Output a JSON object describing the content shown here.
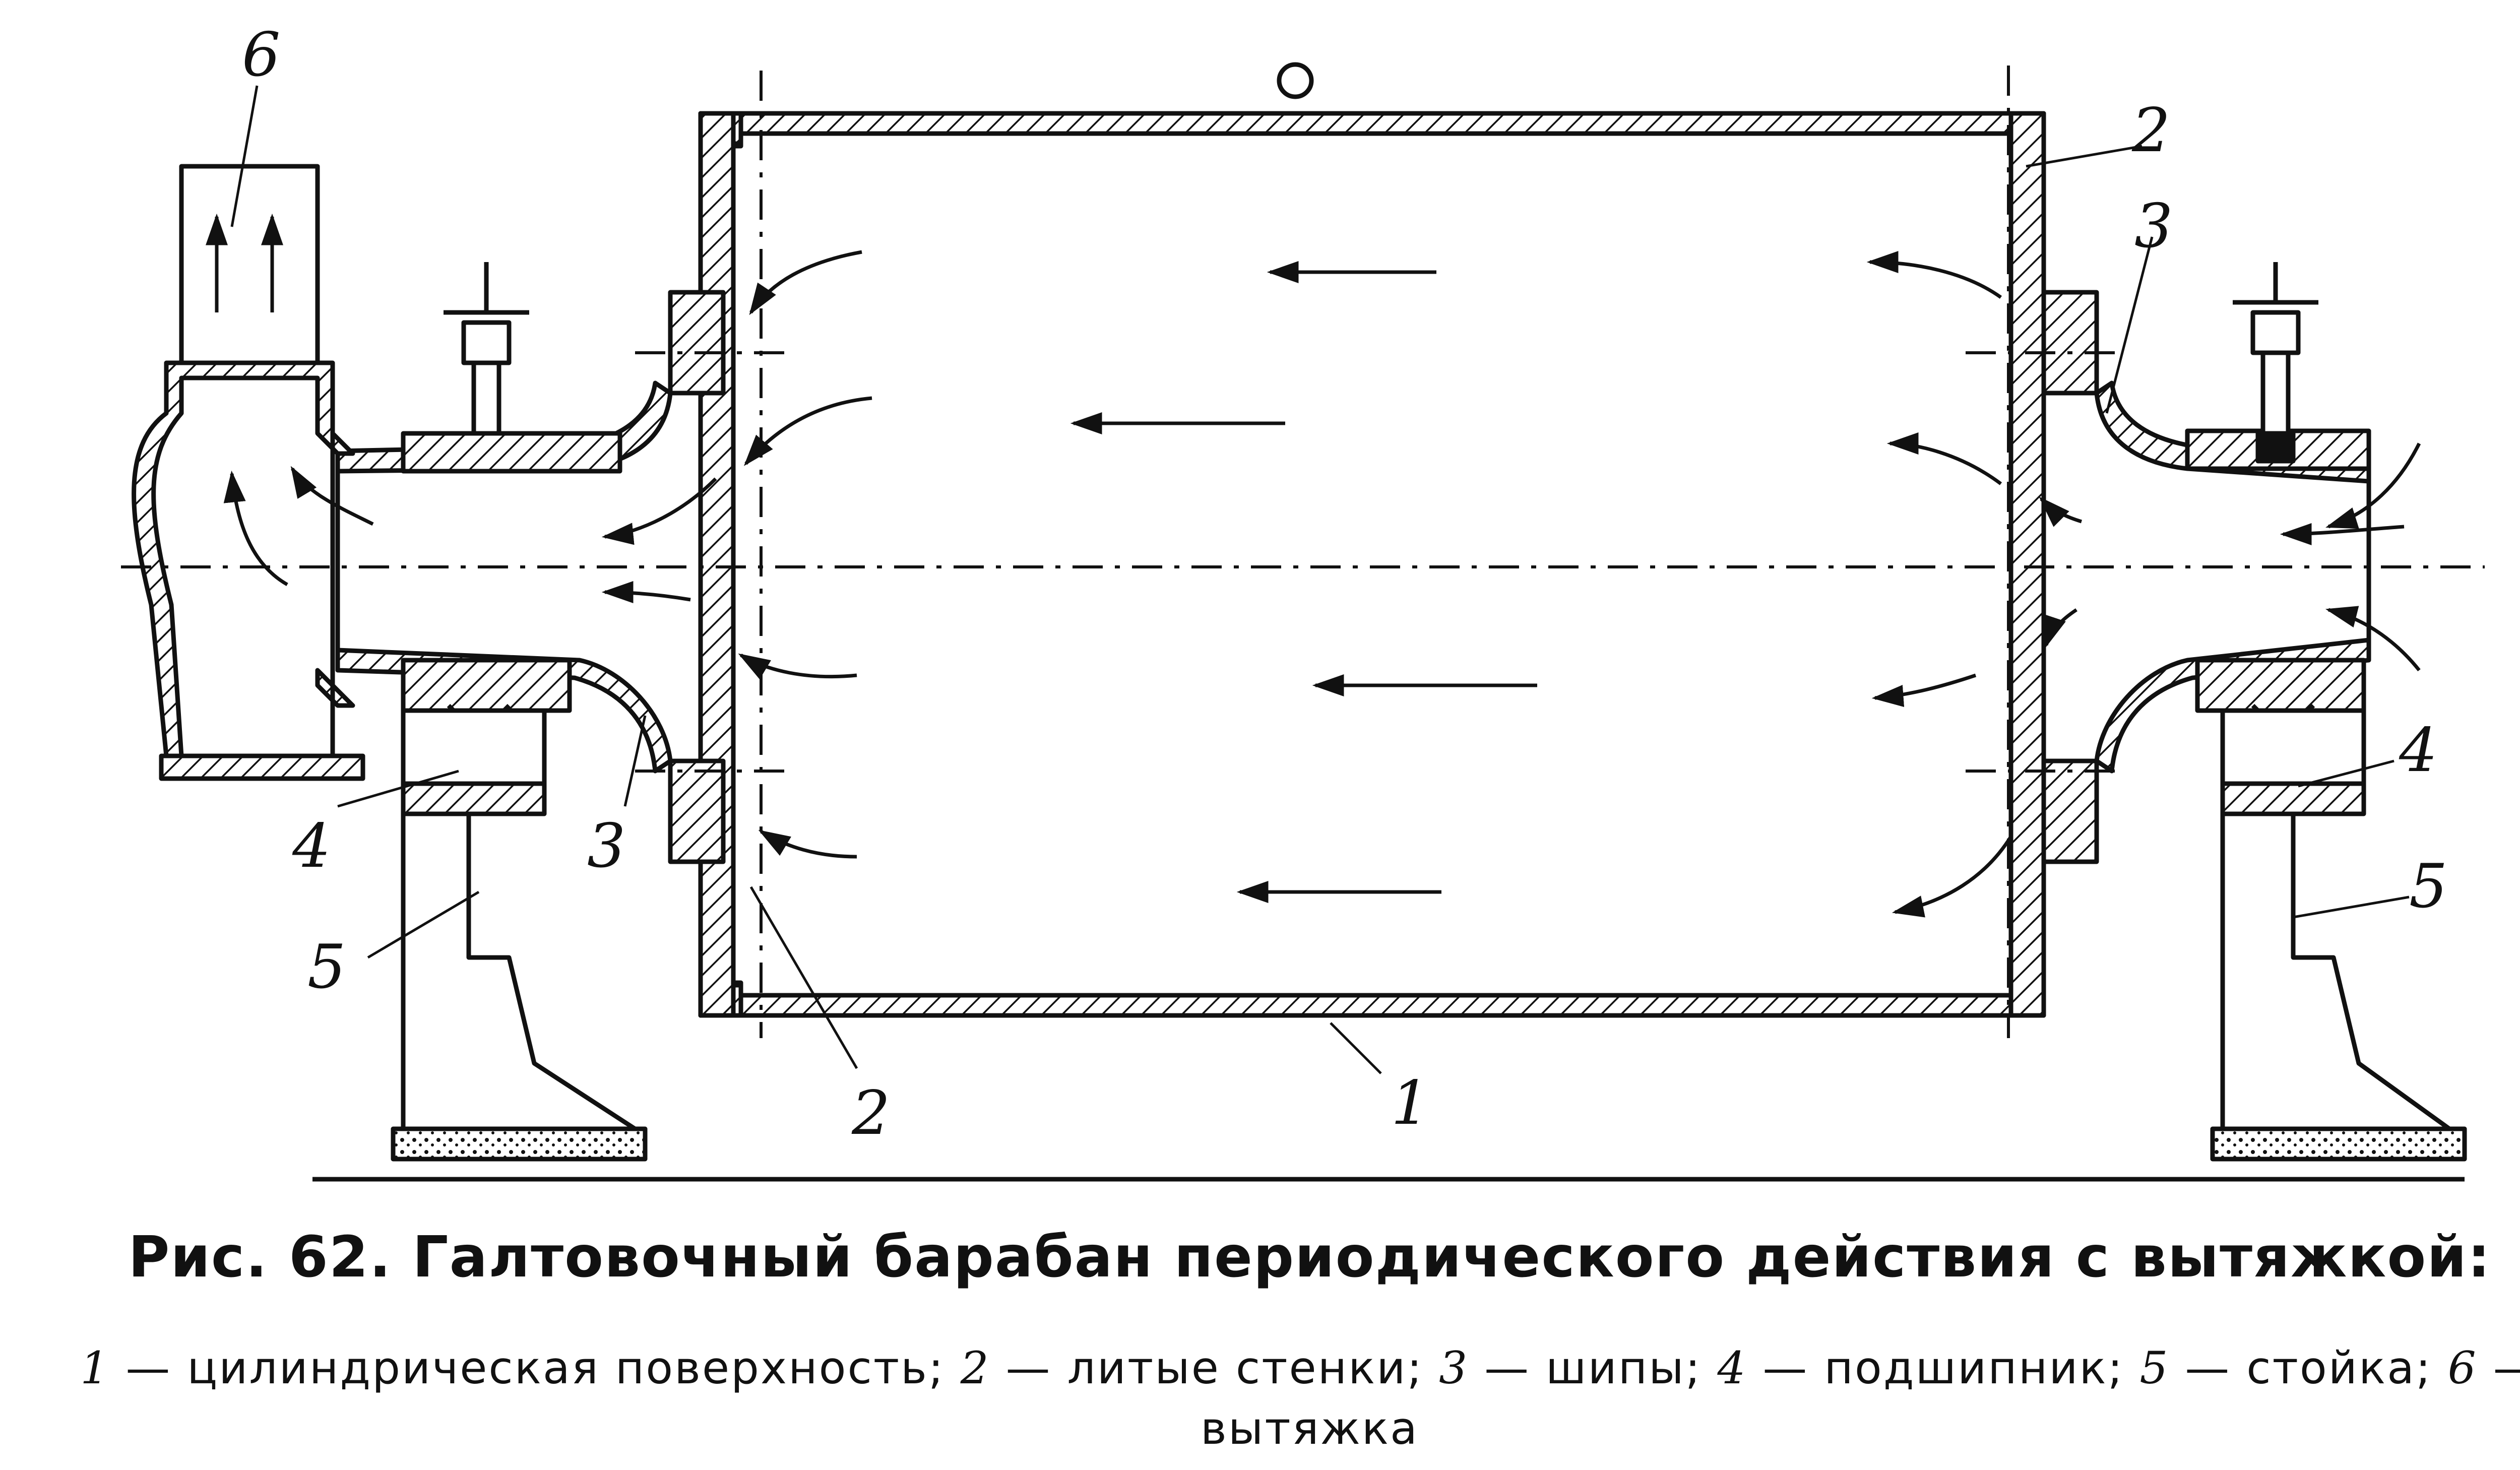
{
  "figure": {
    "labels": {
      "l1": "1",
      "l2_left": "2",
      "l2_right": "2",
      "l3_left": "3",
      "l3_right": "3",
      "l4_left": "4",
      "l4_right": "4",
      "l5_left": "5",
      "l5_right": "5",
      "l6": "6"
    }
  },
  "caption": {
    "title": "Рис. 62. Галтовочный барабан периодического действия с вытяжкой:",
    "legend": [
      {
        "num": "1",
        "text": " — цилиндрическая поверхность; "
      },
      {
        "num": "2",
        "text": " — литые стенки; "
      },
      {
        "num": "3",
        "text": " — шипы; "
      },
      {
        "num": "4",
        "text": " — подшипник; "
      },
      {
        "num": "5",
        "text": " — стойка; "
      },
      {
        "num": "6",
        "text": " — вытяжка"
      }
    ]
  }
}
